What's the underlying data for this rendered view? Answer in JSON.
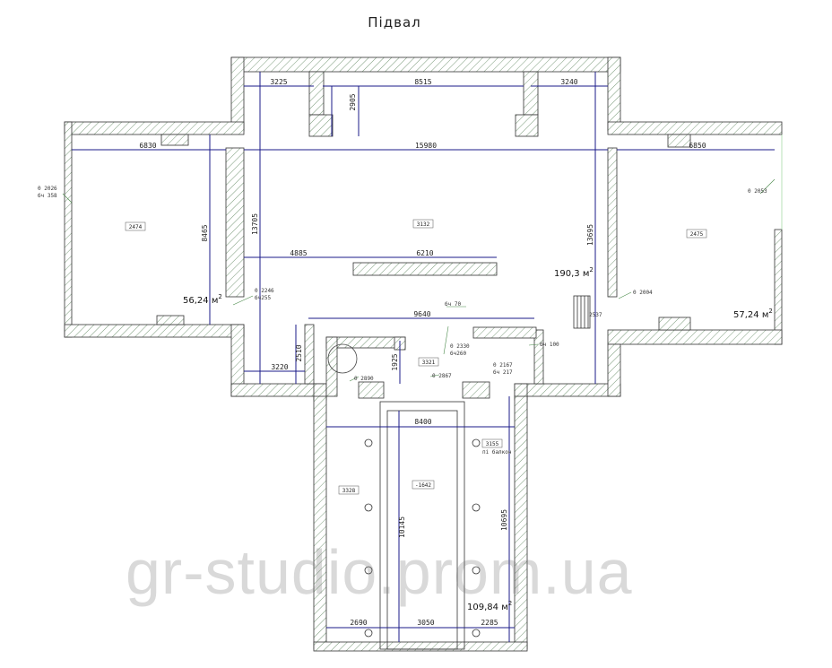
{
  "title": "Підвал",
  "watermark": "gr-studio.prom.ua",
  "areas": {
    "left_room": "56,24",
    "main_hall": "190,3",
    "right_room": "57,24",
    "lower_hall": "109,84",
    "unit": "м",
    "unit_sup": "2"
  },
  "dims": {
    "top_left": "3225",
    "top_mid": "8515",
    "top_right": "3240",
    "niche_depth": "2905",
    "left_width": "6830",
    "main_width": "15980",
    "right_width": "6850",
    "left_height": "8465",
    "main_left_height": "13705",
    "main_right_height": "13695",
    "partition_left": "4885",
    "partition_len": "6210",
    "lower_width": "9640",
    "corner_w": "3220",
    "corner_h": "2510",
    "stair_h": "1925",
    "hall_width": "8400",
    "hall_left_h": "10145",
    "hall_right_h": "10695",
    "bottom_left": "2690",
    "bottom_mid": "3050",
    "bottom_right": "2285",
    "step_w": "2537"
  },
  "codes": {
    "left": "2474",
    "main": "3132",
    "right": "2475",
    "center": "3321",
    "hall_left": "3328",
    "hall_mid": "-1642",
    "hall_right": "3155"
  },
  "notes": {
    "n1a": "0 2026",
    "n1b": "бч 358",
    "n2a": "0 2246",
    "n2b": "бч255",
    "n3": "0 2053",
    "n4": "0 2004",
    "n5": "бч 70",
    "n6a": "0 2330",
    "n6b": "бч260",
    "n7": "бч 100",
    "n8a": "0 2167",
    "n8b": "бч 217",
    "n9": "0 2890",
    "n10": "0 2867",
    "n11": "пі балкон"
  }
}
